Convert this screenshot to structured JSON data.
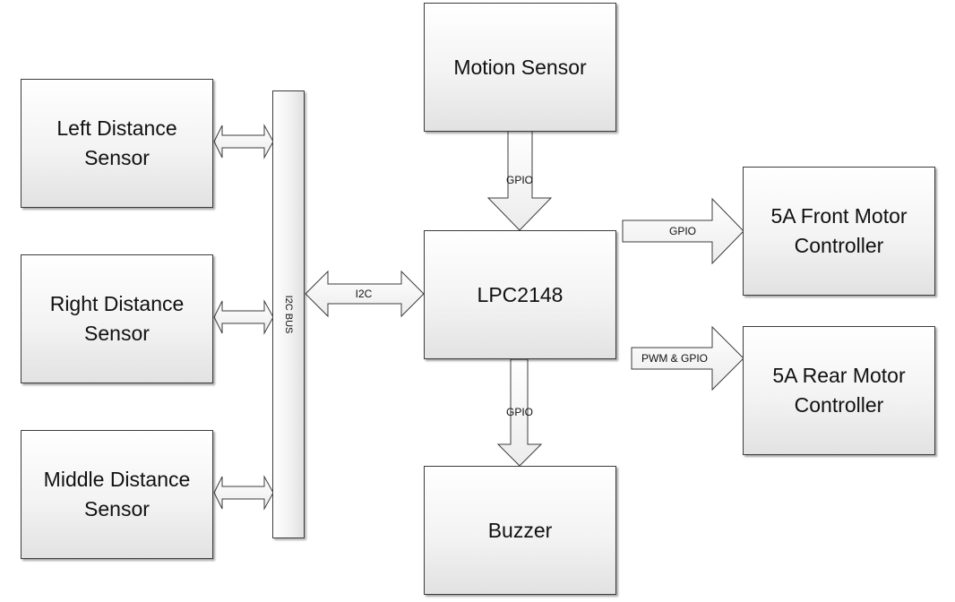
{
  "blocks": {
    "left_sensor": "Left Distance\nSensor",
    "right_sensor": "Right Distance\nSensor",
    "middle_sensor": "Middle Distance\nSensor",
    "motion_sensor": "Motion Sensor",
    "mcu": "LPC2148",
    "buzzer": "Buzzer",
    "front_motor": "5A Front Motor\nController",
    "rear_motor": "5A Rear Motor\nController"
  },
  "bus": {
    "label": "I2C BUS"
  },
  "connections": {
    "motion_to_mcu": "GPIO",
    "bus_mcu": "I2C",
    "mcu_to_buzzer": "GPIO",
    "mcu_to_front": "GPIO",
    "mcu_to_rear": "PWM & GPIO"
  },
  "colors": {
    "stroke": "#3c3c3c",
    "fill_light": "#ffffff",
    "fill_dark": "#e2e2e2"
  }
}
